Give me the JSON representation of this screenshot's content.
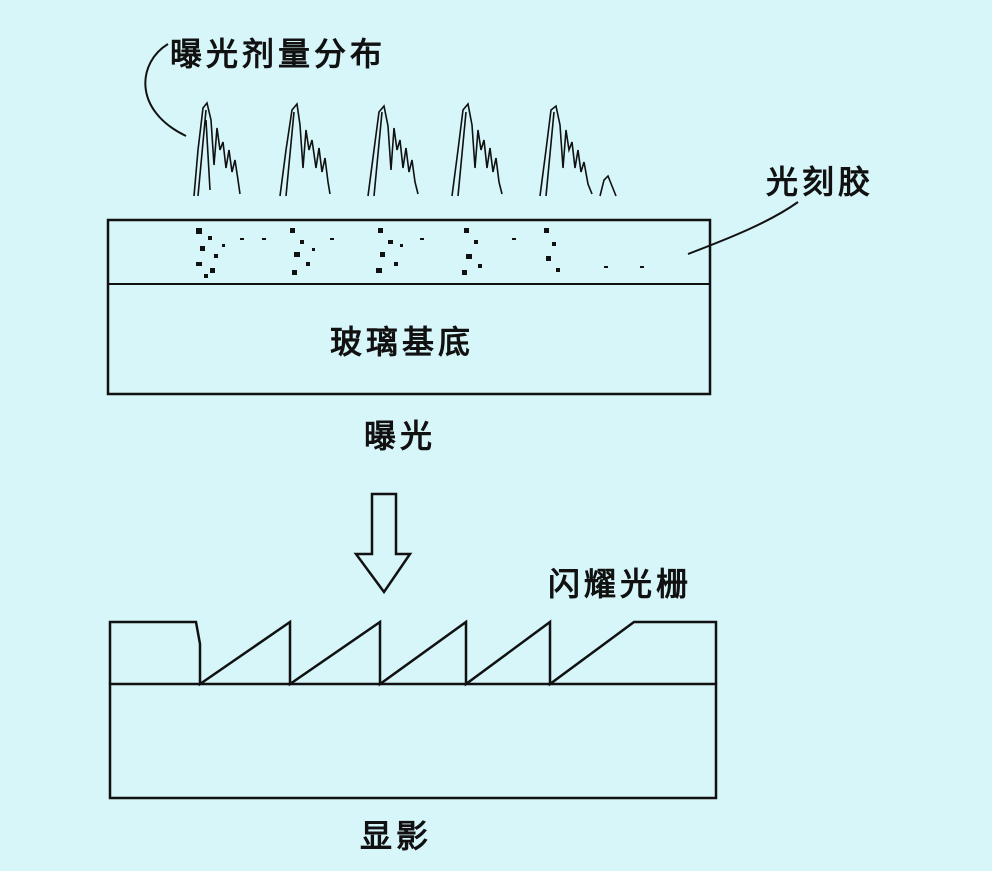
{
  "labels": {
    "dose_distribution": "曝光剂量分布",
    "photoresist": "光刻胶",
    "glass_substrate": "玻璃基底",
    "exposure": "曝光",
    "blazed_grating": "闪耀光栅",
    "development": "显影"
  },
  "colors": {
    "background": "#d6f6fa",
    "line": "#111111"
  }
}
